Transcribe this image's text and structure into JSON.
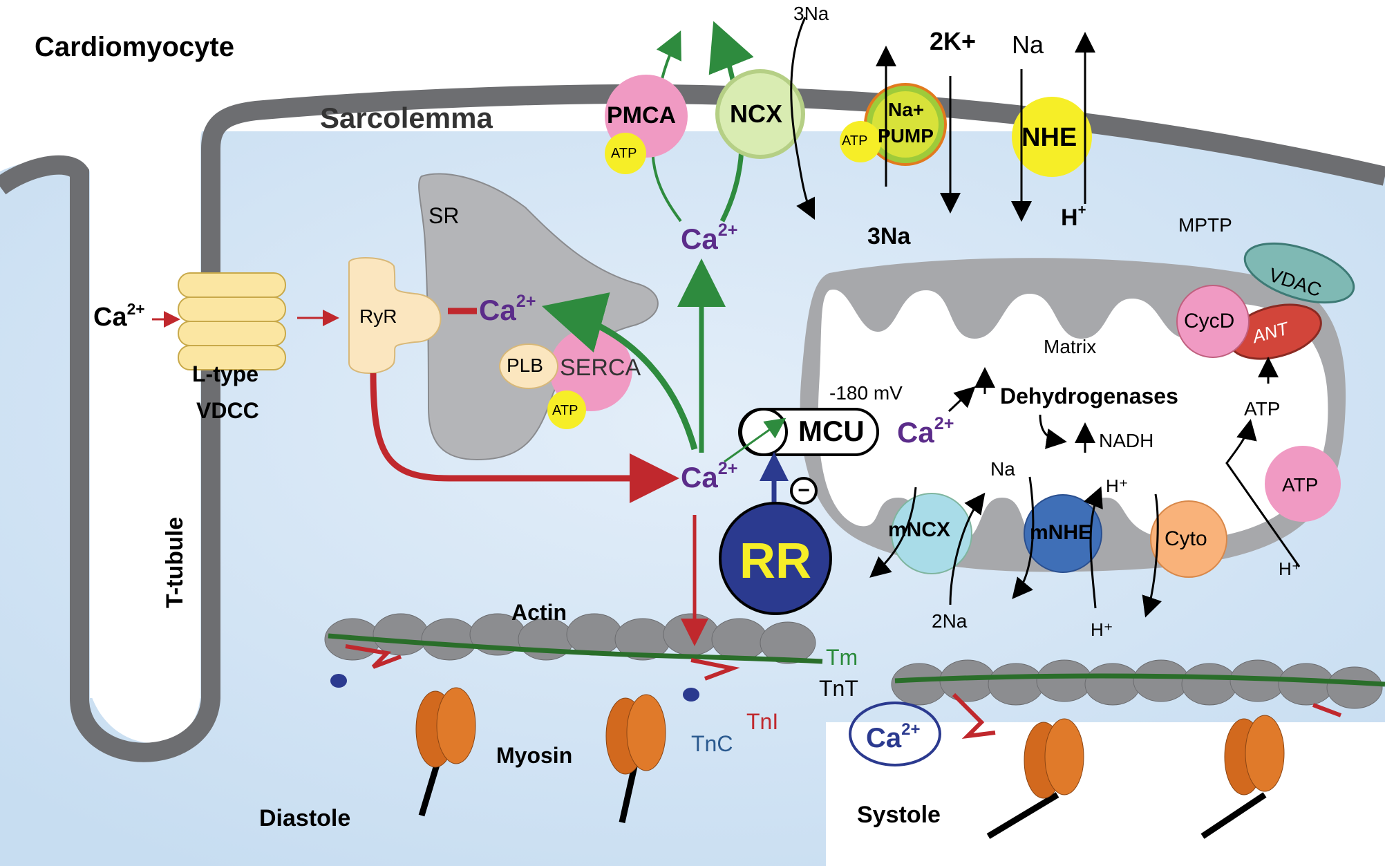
{
  "labels": {
    "cardiomyocyte": "Cardiomyocyte",
    "sarcolemma": "Sarcolemma",
    "sr": "SR",
    "ttubule": "T-tubule",
    "ltype": "L-type",
    "vdcc": "VDCC",
    "ryr": "RyR",
    "plb": "PLB",
    "serca": "SERCA",
    "atp": "ATP",
    "pmca": "PMCA",
    "ncx": "NCX",
    "napump1": "Na+",
    "napump2": "PUMP",
    "nhe": "NHE",
    "na3": "3Na",
    "k2": "2K+",
    "na": "Na",
    "h": "H",
    "hplus": "+",
    "ca": "Ca",
    "ca_sup": "2+",
    "mptp": "MPTP",
    "vdac": "VDAC",
    "cycd": "CycD",
    "ant": "ANT",
    "matrix": "Matrix",
    "mv": "-180 mV",
    "dehydrogenases": "Dehydrogenases",
    "nadh": "NADH",
    "mcu": "MCU",
    "rr": "RR",
    "minus": "−",
    "mncx": "mNCX",
    "mnhe": "mNHE",
    "cyto": "Cyto",
    "na2": "2Na",
    "hsup": "H⁺",
    "actin": "Actin",
    "myosin": "Myosin",
    "tm": "Tm",
    "tnt": "TnT",
    "tni": "TnI",
    "tnc": "TnC",
    "diastole": "Diastole",
    "systole": "Systole"
  },
  "colors": {
    "membrane": "#6d6e71",
    "cytosol": "#cfe3f4",
    "green_arrow": "#2e8b3e",
    "red_arrow": "#c0282d",
    "pink": "#f09ac3",
    "yellow": "#f6ee27",
    "navy": "#2b3a8f",
    "rr_text": "#f6ee27"
  }
}
